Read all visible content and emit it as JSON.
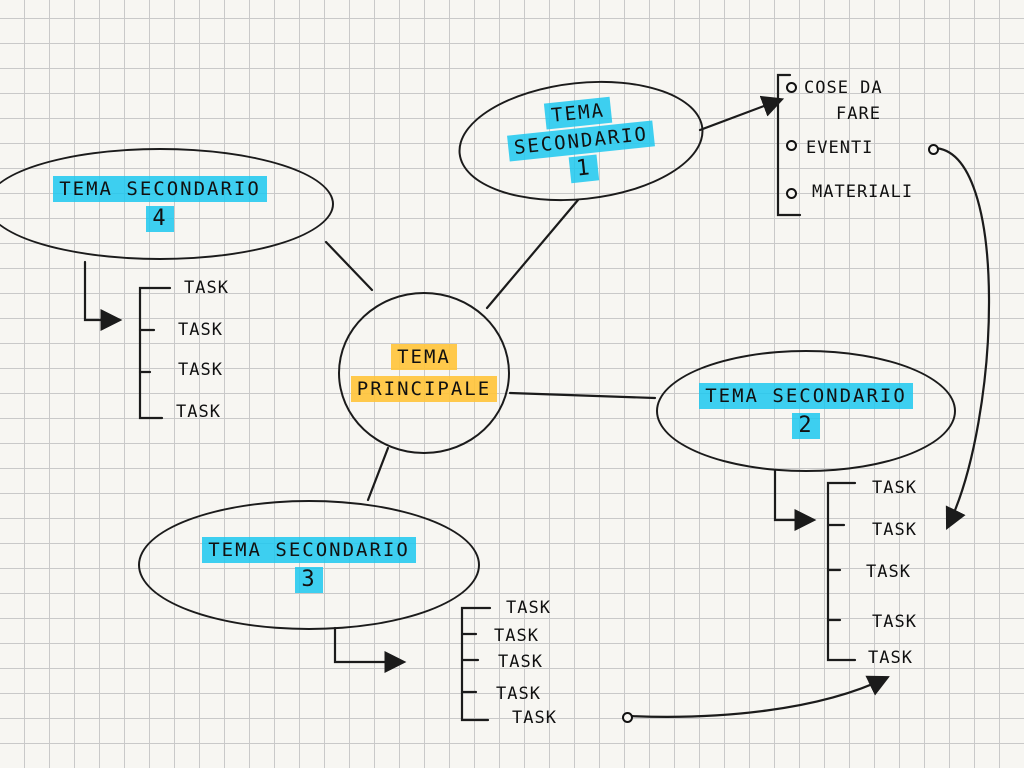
{
  "nodes": {
    "main": {
      "line1": "TEMA",
      "line2": "PRINCIPALE"
    },
    "sec1": {
      "line1": "TEMA",
      "line2": "SECONDARIO",
      "number": "1"
    },
    "sec2": {
      "line1": "TEMA SECONDARIO",
      "number": "2"
    },
    "sec3": {
      "line1": "TEMA SECONDARIO",
      "number": "3"
    },
    "sec4": {
      "line1": "TEMA SECONDARIO",
      "number": "4"
    }
  },
  "sec1_list": [
    "COSE DA",
    "FARE",
    "EVENTI",
    "MATERIALI"
  ],
  "sec4_tasks": [
    "TASK",
    "TASK",
    "TASK",
    "TASK"
  ],
  "sec2_tasks": [
    "TASK",
    "TASK",
    "TASK",
    "TASK",
    "TASK"
  ],
  "sec3_tasks": [
    "TASK",
    "TASK",
    "TASK",
    "TASK",
    "TASK"
  ],
  "colors": {
    "ink": "#1b1b1b",
    "highlight_blue": "#1cc8f0",
    "highlight_orange": "#ffc438",
    "grid": "#c9c9c9"
  }
}
